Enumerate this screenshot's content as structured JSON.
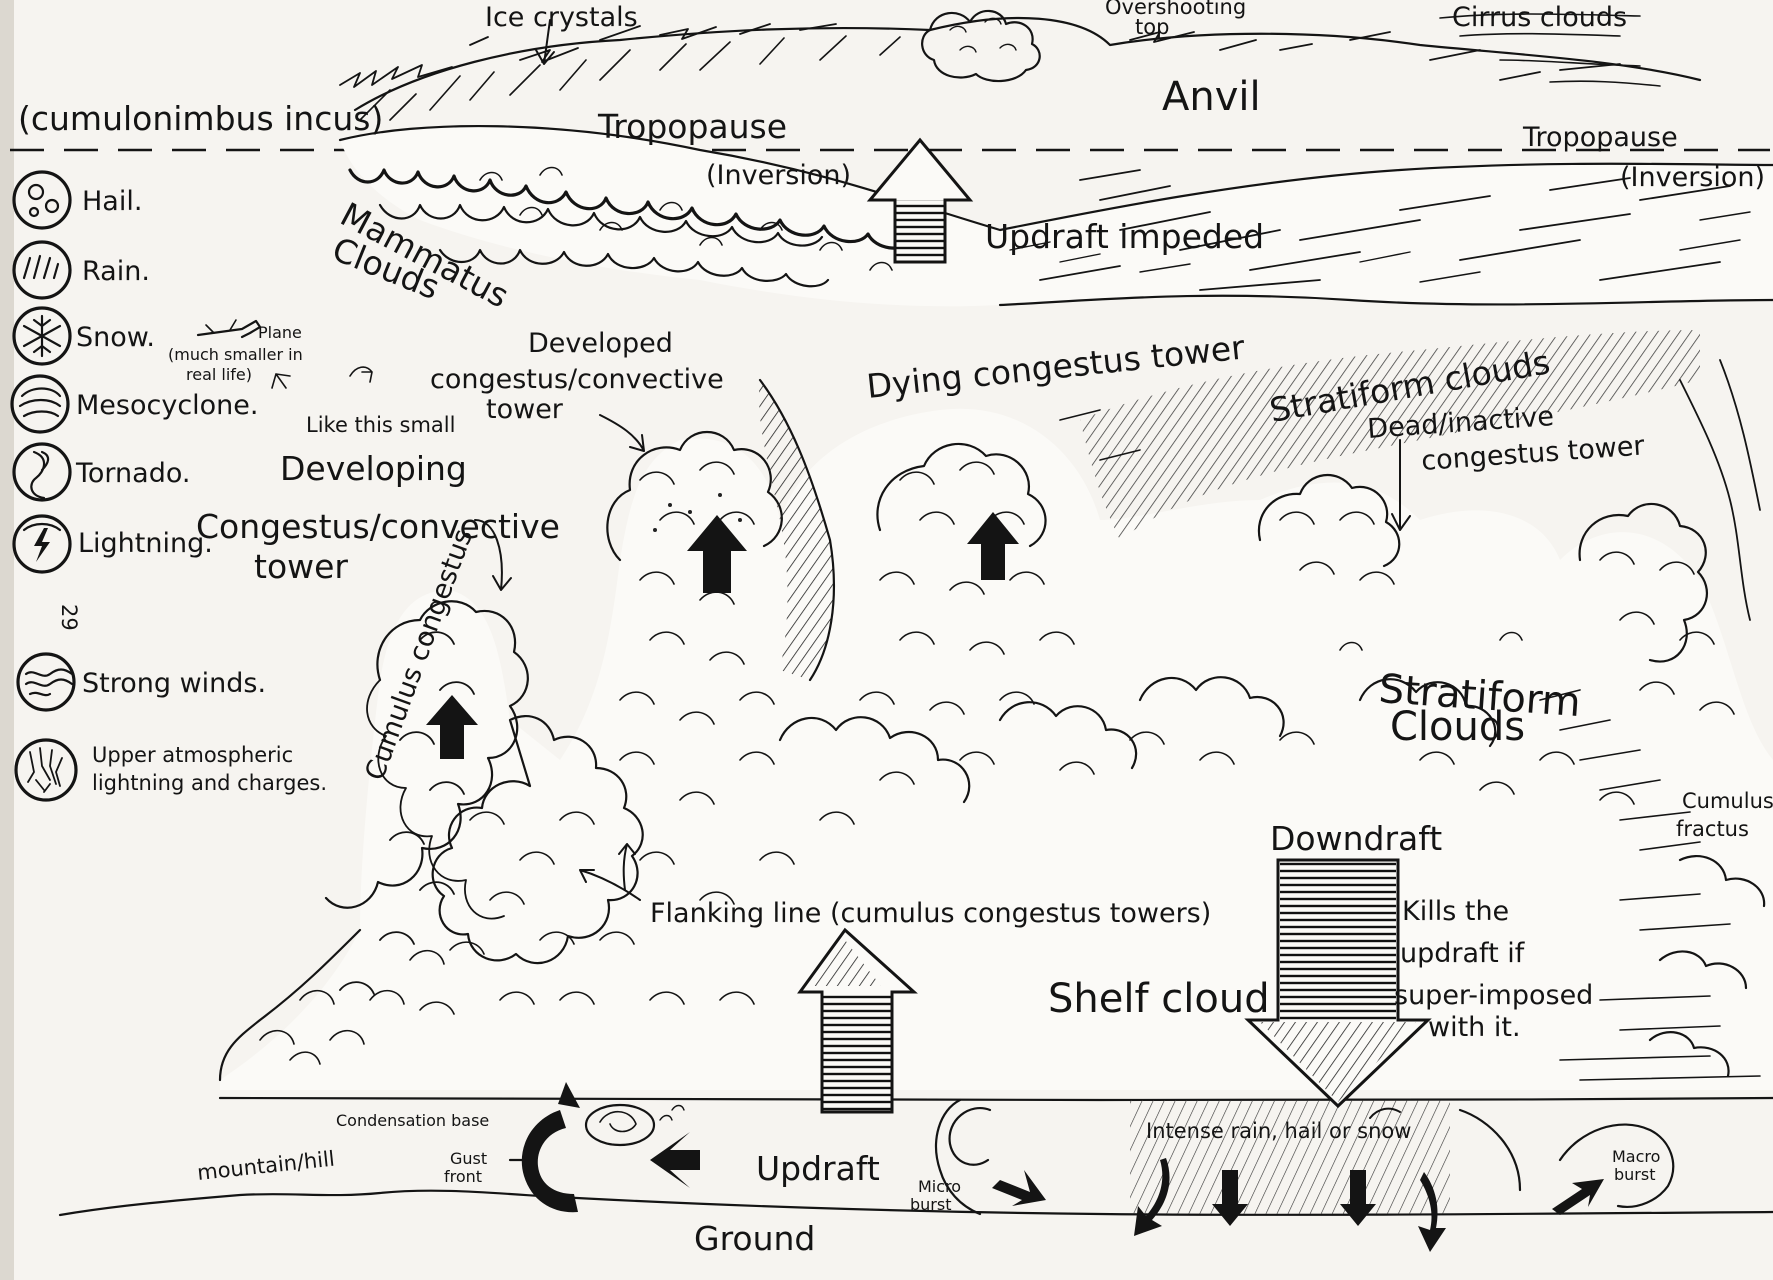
{
  "title": "(cumulonimbus incus)",
  "page_number": "29",
  "legend": [
    {
      "icon": "hail-icon",
      "label": "Hail."
    },
    {
      "icon": "rain-icon",
      "label": "Rain."
    },
    {
      "icon": "snow-icon",
      "label": "Snow."
    },
    {
      "icon": "mesocyclone-icon",
      "label": "Mesocyclone."
    },
    {
      "icon": "tornado-icon",
      "label": "Tornado."
    },
    {
      "icon": "lightning-icon",
      "label": "Lightning."
    },
    {
      "icon": "strong-winds-icon",
      "label": "Strong winds."
    },
    {
      "icon": "upper-lightning-icon",
      "label_line1": "Upper atmospheric",
      "label_line2": "lightning and charges."
    }
  ],
  "plane_note": {
    "plane": "Plane",
    "line1": "(much smaller in",
    "line2": "real life)",
    "line3": "Like this small"
  },
  "labels": {
    "ice_crystals": "Ice crystals",
    "overshooting_line1": "Overshooting",
    "overshooting_line2": "top",
    "cirrus": "Cirrus clouds",
    "anvil": "Anvil",
    "tropopause_left": "Tropopause",
    "inversion_left": "(Inversion)",
    "tropopause_right": "Tropopause",
    "inversion_right": "(Inversion)",
    "mammatus_line1": "Mammatus",
    "mammatus_line2": "Clouds",
    "updraft_impeded": "Updraft impeded",
    "developed_line1": "Developed",
    "developed_line2": "congestus/convective",
    "developed_line3": "tower",
    "dying": "Dying congestus tower",
    "stratiform_upper": "Stratiform clouds",
    "dead_line1": "Dead/inactive",
    "dead_line2": "congestus tower",
    "developing_line1": "Developing",
    "developing_line2": "Congestus/convective",
    "developing_line3": "tower",
    "cumulus_congestus": "Cumulus congestus",
    "stratiform_lower_line1": "Stratiform",
    "stratiform_lower_line2": "Clouds",
    "cumulus_fractus_line1": "Cumulus",
    "cumulus_fractus_line2": "fractus",
    "downdraft": "Downdraft",
    "kills_line1": "Kills the",
    "kills_line2": "updraft if",
    "kills_line3": "super-imposed",
    "kills_line4": "with it.",
    "flanking": "Flanking line (cumulus congestus towers)",
    "shelf_cloud": "Shelf cloud",
    "condensation_base": "Condensation base",
    "gust_front_line1": "Gust",
    "gust_front_line2": "front",
    "updraft": "Updraft",
    "intense_precip": "Intense rain, hail or snow",
    "microburst_line1": "Micro",
    "microburst_line2": "burst",
    "macroburst_line1": "Macro",
    "macroburst_line2": "burst",
    "mountain": "mountain/hill",
    "ground": "Ground"
  }
}
